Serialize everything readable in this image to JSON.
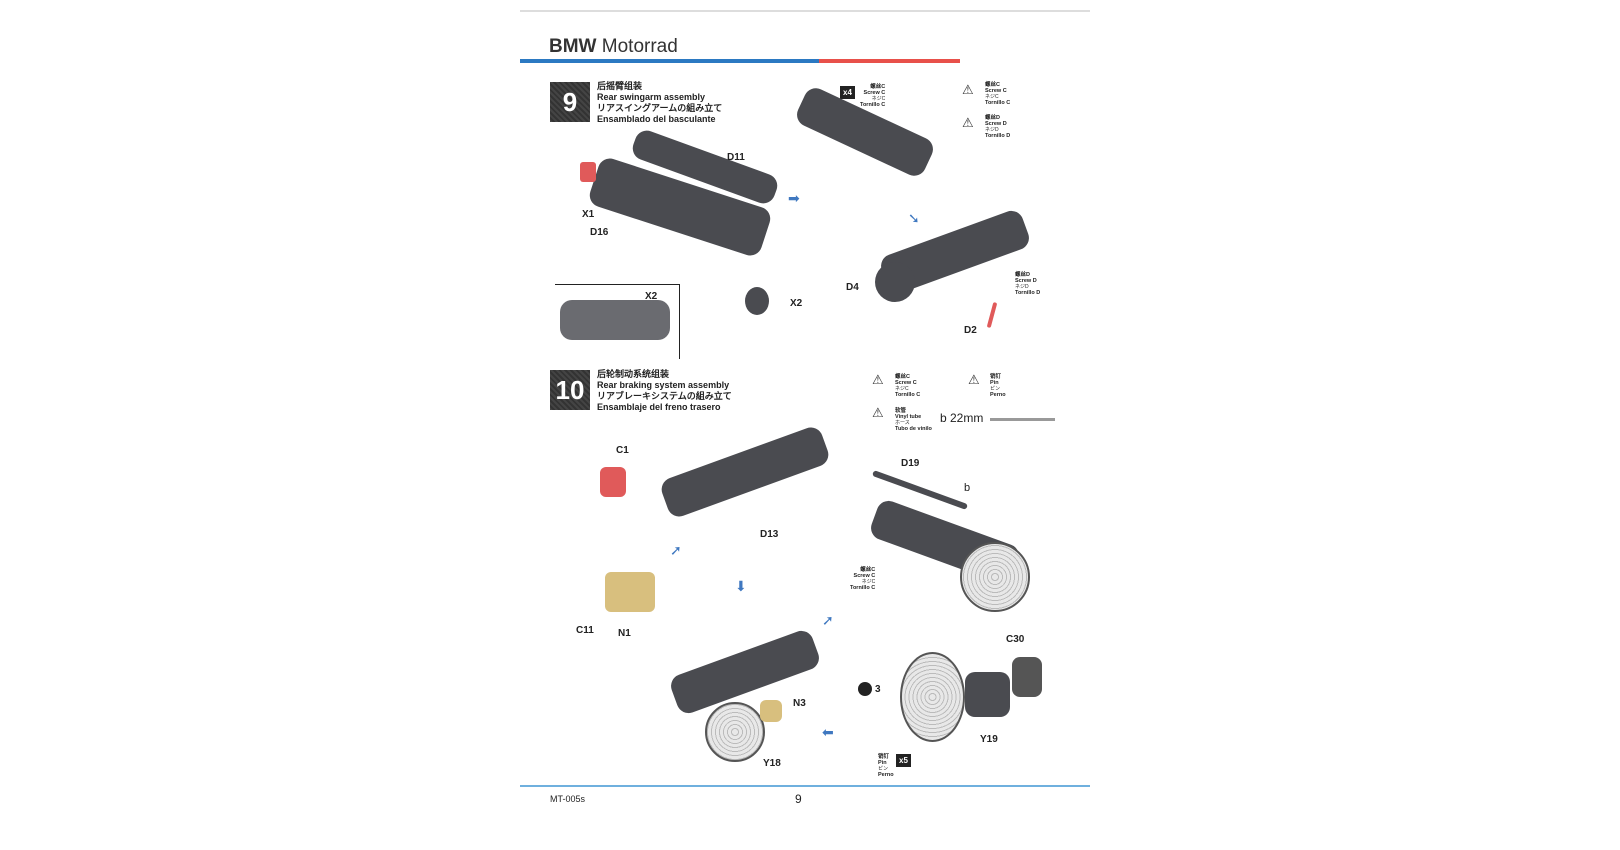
{
  "header": {
    "brand_bold": "BMW",
    "brand_rest": "Motorrad"
  },
  "step9": {
    "number": "9",
    "title_zh": "后摇臂组装",
    "title_en": "Rear swingarm assembly",
    "title_ja": "リアスイングアームの組み立て",
    "title_es": "Ensamblado del basculante",
    "labels": {
      "x1": "X1",
      "d11": "D11",
      "d16": "D16",
      "x2": "X2",
      "x2b": "X2",
      "d4": "D4",
      "d2": "D2"
    },
    "qty": "x4",
    "screw_c": {
      "zh": "螺丝C",
      "en": "Screw C",
      "ja": "ネジC",
      "es": "Tornillo C"
    },
    "screw_d": {
      "zh": "螺丝D",
      "en": "Screw D",
      "ja": "ネジD",
      "es": "Tornillo D"
    }
  },
  "step10": {
    "number": "10",
    "title_zh": "后轮制动系统组装",
    "title_en": "Rear braking system assembly",
    "title_ja": "リアブレーキシステムの組み立て",
    "title_es": "Ensamblaje del freno trasero",
    "labels": {
      "c1": "C1",
      "d13": "D13",
      "c11": "C11",
      "n1": "N1",
      "d19": "D19",
      "b": "b",
      "n3": "N3",
      "y18": "Y18",
      "c30": "C30",
      "w3": "3",
      "y19": "Y19"
    },
    "qty": "x5",
    "screw_c": {
      "zh": "螺丝C",
      "en": "Screw C",
      "ja": "ネジC",
      "es": "Tornillo C"
    },
    "pin": {
      "zh": "销钉",
      "en": "Pin",
      "ja": "ピン",
      "es": "Perno"
    },
    "tube": {
      "zh": "软管",
      "en": "Vinyl tube",
      "ja": "ホース",
      "es": "Tubo de vinilo"
    },
    "tube_len": "b 22mm"
  },
  "footer": {
    "code": "MT-005s",
    "page": "9"
  },
  "colors": {
    "blue": "#2b79c2",
    "red": "#e8504a"
  }
}
